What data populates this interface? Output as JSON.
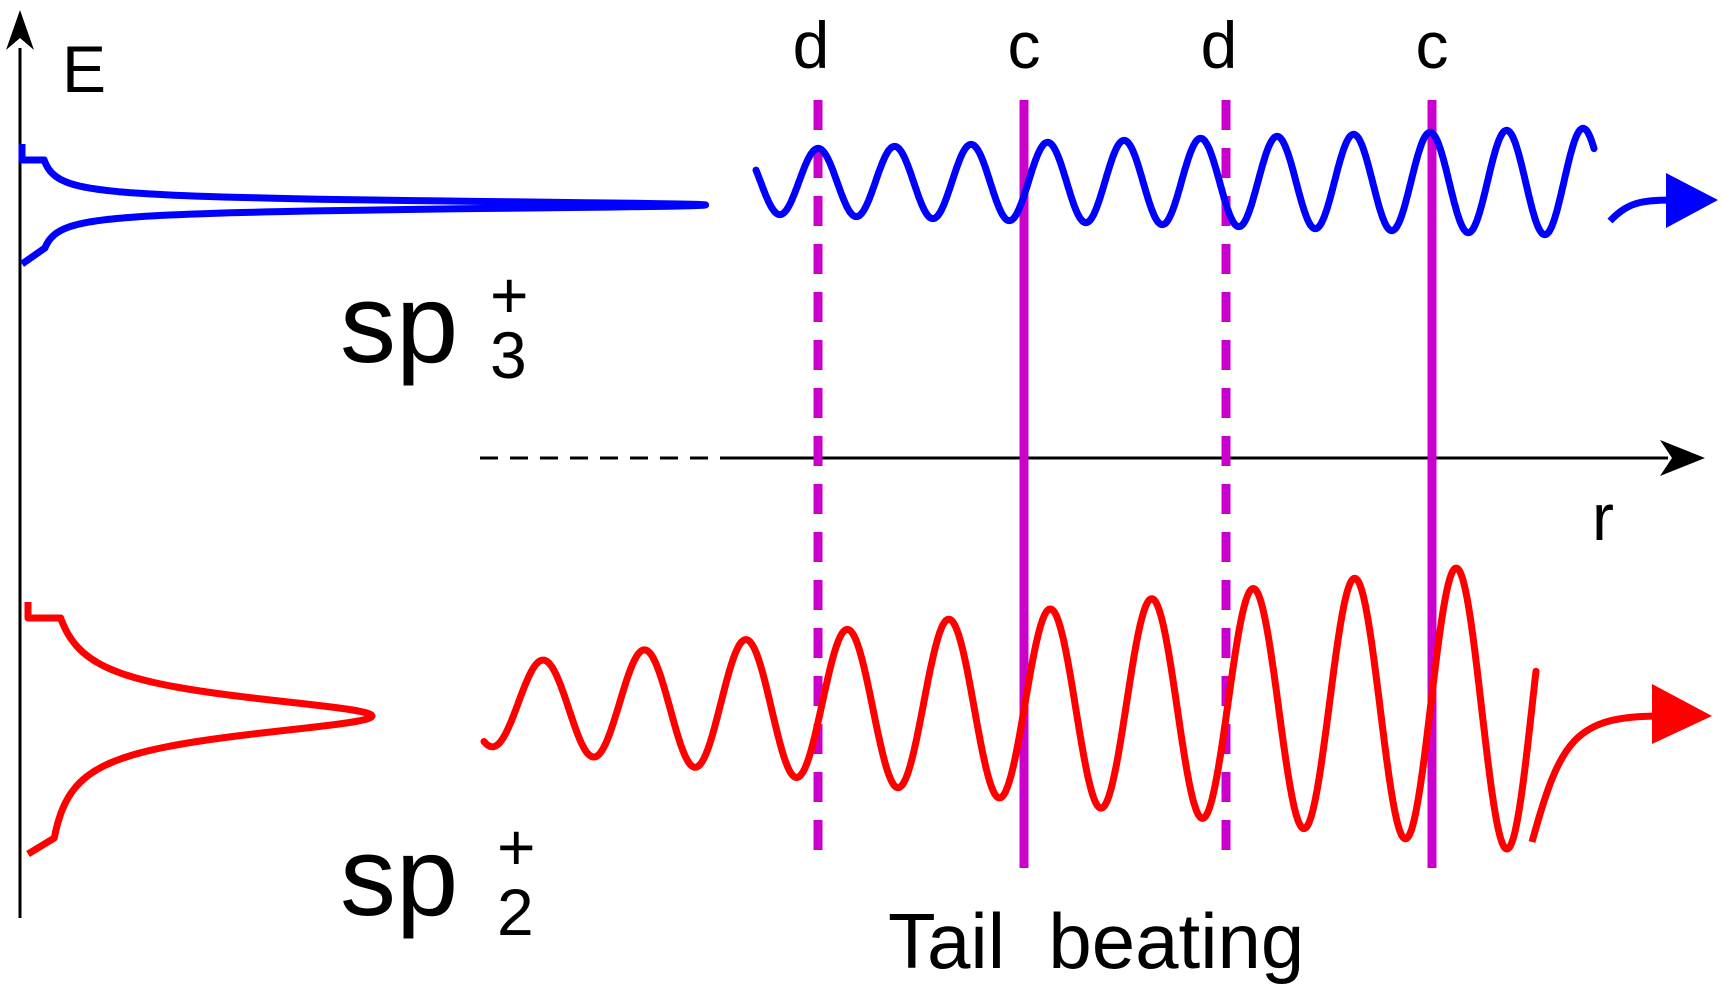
{
  "axes": {
    "energy_label": "E",
    "radial_label": "r"
  },
  "line_labels": [
    "d",
    "c",
    "d",
    "c"
  ],
  "states": {
    "upper": {
      "base": "sp",
      "superscript": "+",
      "subscript": "3",
      "color": "#0000ff"
    },
    "lower": {
      "base": "sp",
      "superscript": "+",
      "subscript": "2",
      "color": "#ff0000"
    }
  },
  "caption": "Tail  beating",
  "colors": {
    "axis": "#000000",
    "marker_lines": "#cc00cc"
  }
}
